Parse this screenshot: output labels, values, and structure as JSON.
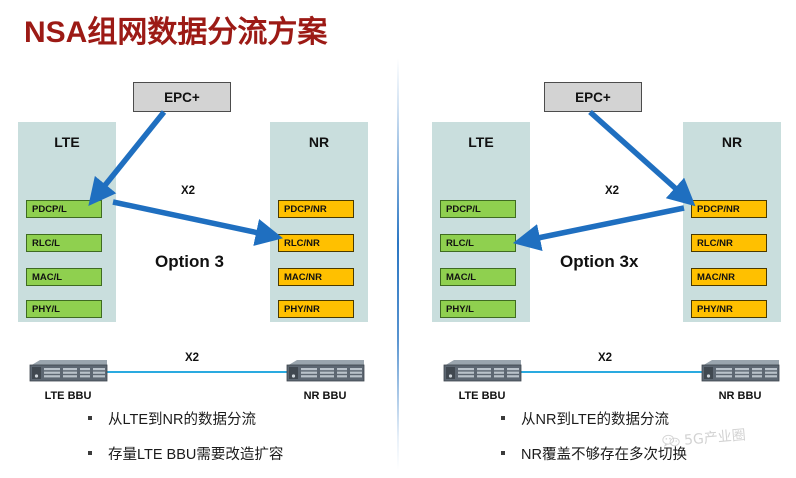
{
  "title": "NSA组网数据分流方案",
  "colors": {
    "title": "#9c1a15",
    "column_bg": "#c9dedd",
    "lte_layer": "#8fd04f",
    "nr_layer": "#ffc000",
    "arrow": "#1f6fc0",
    "link": "#2aaae0",
    "epc_box": "#d3d3d3"
  },
  "panels": [
    {
      "id": "option3",
      "option_label": "Option 3",
      "epc": {
        "label": "EPC+"
      },
      "x2_label": "X2",
      "left_column": {
        "title": "LTE",
        "layers": [
          {
            "label": "PDCP/L"
          },
          {
            "label": "RLC/L"
          },
          {
            "label": "MAC/L"
          },
          {
            "label": "PHY/L"
          }
        ]
      },
      "right_column": {
        "title": "NR",
        "layers": [
          {
            "label": "PDCP/NR"
          },
          {
            "label": "RLC/NR"
          },
          {
            "label": "MAC/NR"
          },
          {
            "label": "PHY/NR"
          }
        ]
      },
      "bbu": {
        "left_label": "LTE BBU",
        "right_label": "NR BBU",
        "link_label": "X2"
      },
      "bullets": [
        "从LTE到NR的数据分流",
        "存量LTE BBU需要改造扩容"
      ]
    },
    {
      "id": "option3x",
      "option_label": "Option 3x",
      "epc": {
        "label": "EPC+"
      },
      "x2_label": "X2",
      "left_column": {
        "title": "LTE",
        "layers": [
          {
            "label": "PDCP/L"
          },
          {
            "label": "RLC/L"
          },
          {
            "label": "MAC/L"
          },
          {
            "label": "PHY/L"
          }
        ]
      },
      "right_column": {
        "title": "NR",
        "layers": [
          {
            "label": "PDCP/NR"
          },
          {
            "label": "RLC/NR"
          },
          {
            "label": "MAC/NR"
          },
          {
            "label": "PHY/NR"
          }
        ]
      },
      "bbu": {
        "left_label": "LTE BBU",
        "right_label": "NR BBU",
        "link_label": "X2"
      },
      "bullets": [
        "从NR到LTE的数据分流",
        "NR覆盖不够存在多次切换"
      ]
    }
  ],
  "watermark": {
    "text": "5G产业圈"
  }
}
